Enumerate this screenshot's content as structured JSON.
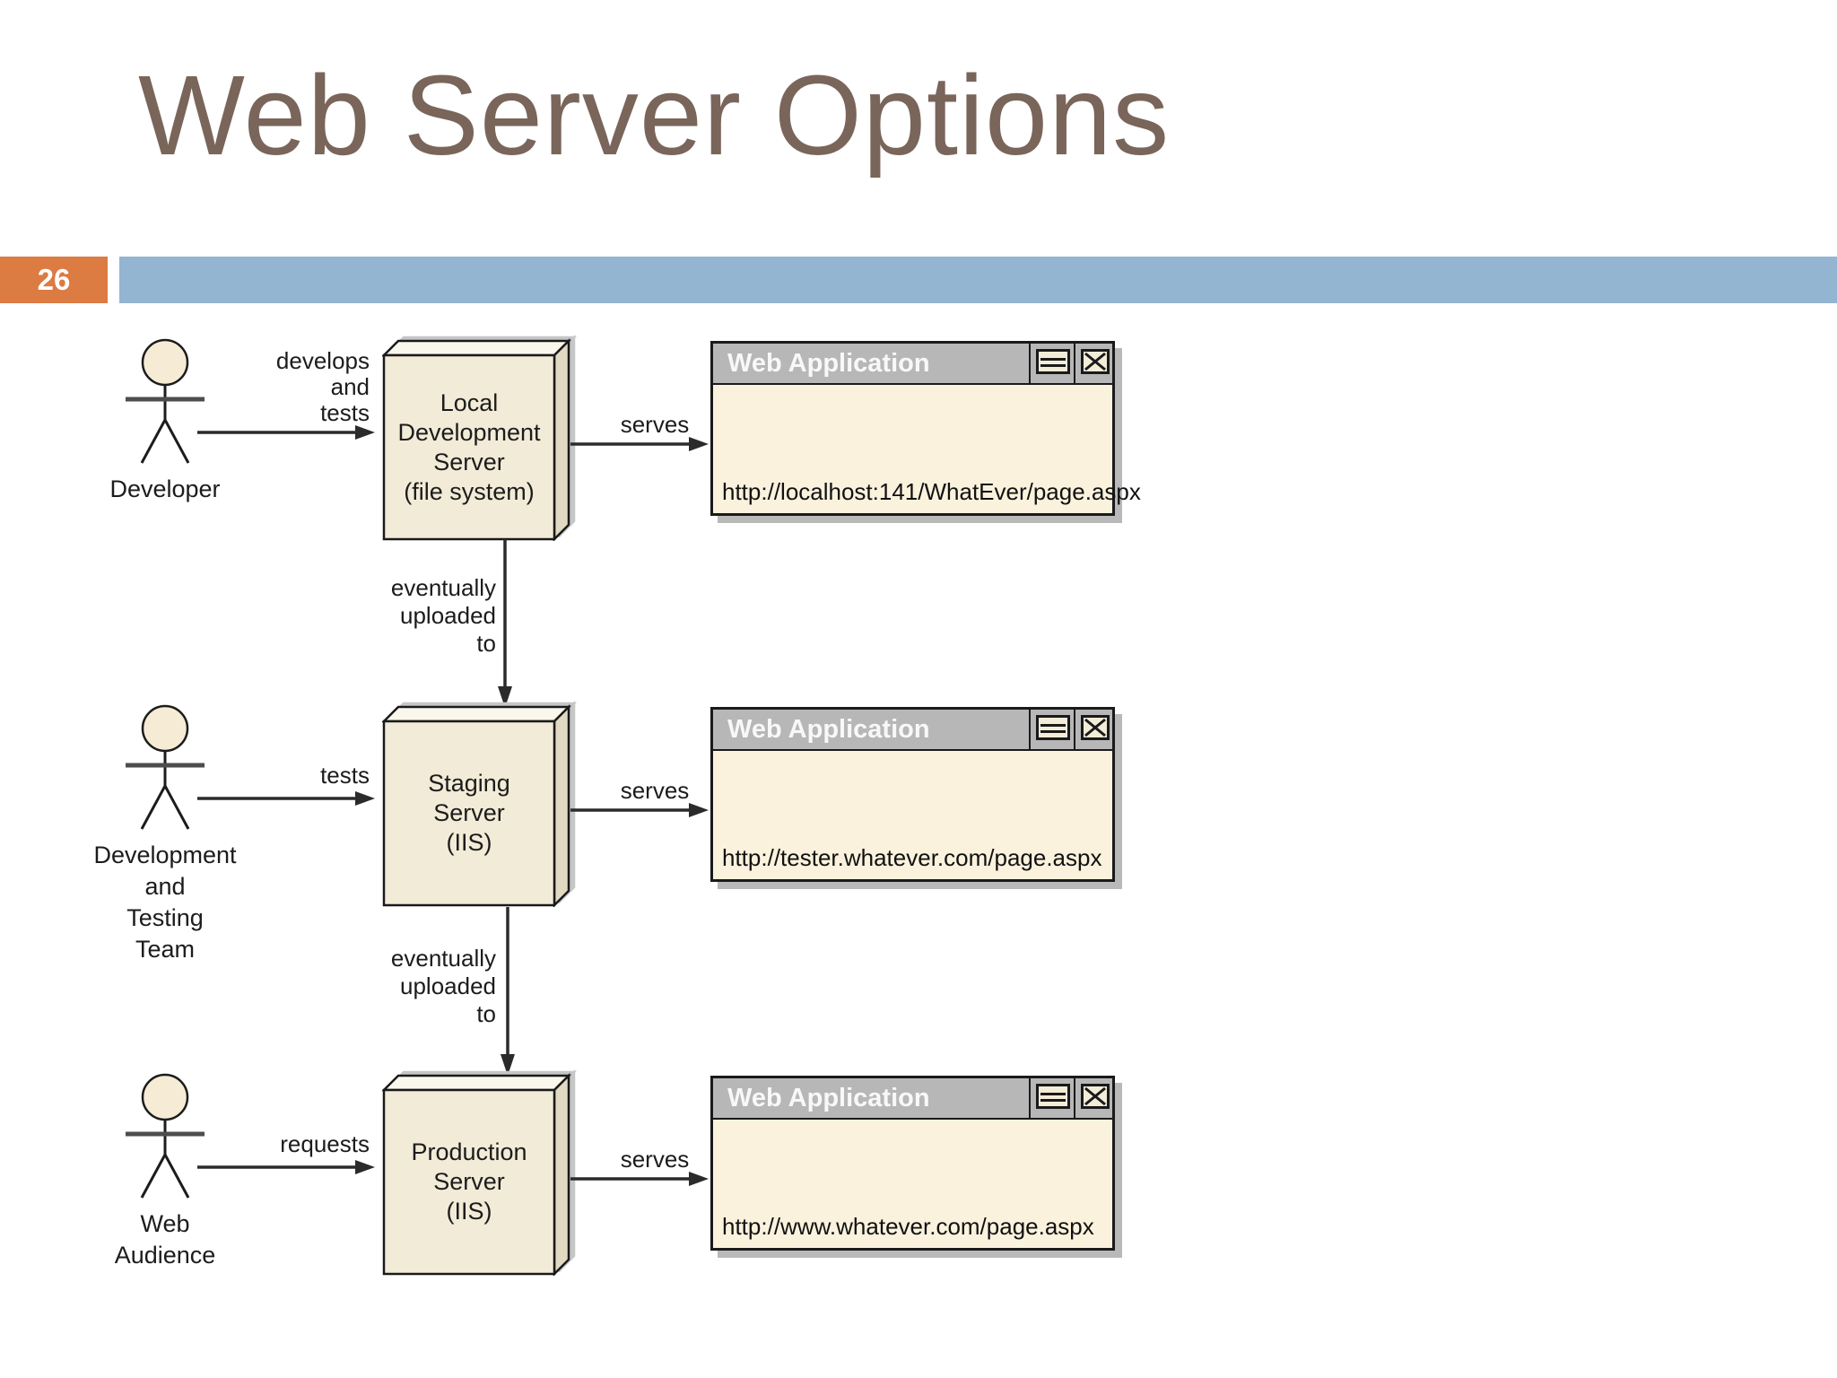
{
  "slide": {
    "title": "Web Server Options",
    "page_number": "26"
  },
  "colors": {
    "accent_orange": "#dc7b42",
    "band_blue": "#93b5d2",
    "title_brown": "#7a655a",
    "box_cream_front": "#f2ebd7",
    "box_cream_top": "#faf7ec",
    "box_cream_side": "#e2d9c3",
    "window_body_cream": "#faf2dd",
    "titlebar_gray": "#b7b7b7",
    "shadow_gray": "#b9b9b9",
    "outline_dark": "#1a1a1a"
  },
  "diagram": {
    "upload_label": "eventually\nuploaded\nto",
    "rows": [
      {
        "actor": "Developer",
        "action": "develops\nand\ntests",
        "server": "Local\nDevelopment\nServer\n(file system)",
        "serves": "serves",
        "window_title": "Web Application",
        "url": "http://localhost:141/WhatEver/page.aspx"
      },
      {
        "actor": "Development\nand\nTesting\nTeam",
        "action": "tests",
        "server": "Staging\nServer\n(IIS)",
        "serves": "serves",
        "window_title": "Web Application",
        "url": "http://tester.whatever.com/page.aspx"
      },
      {
        "actor": "Web\nAudience",
        "action": "requests",
        "server": "Production\nServer\n(IIS)",
        "serves": "serves",
        "window_title": "Web Application",
        "url": "http://www.whatever.com/page.aspx"
      }
    ]
  }
}
